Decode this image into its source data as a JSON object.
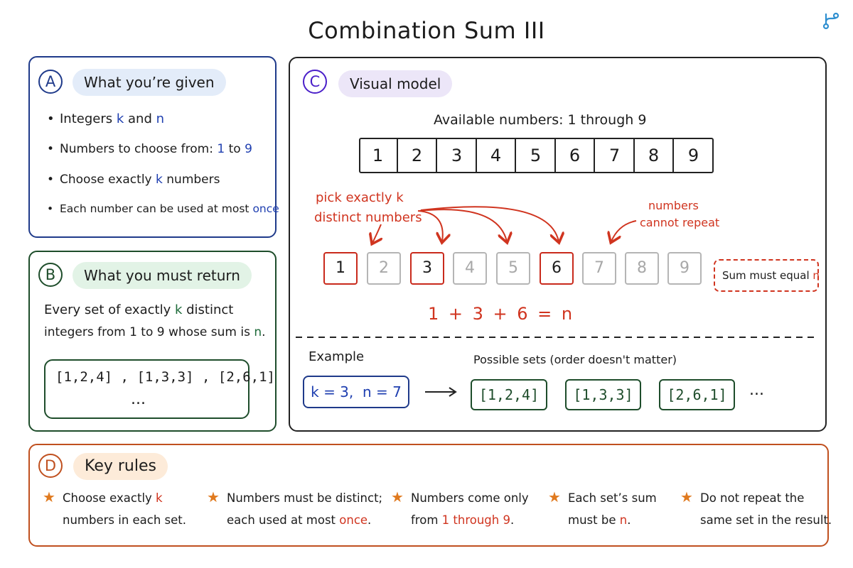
{
  "title": "Combination Sum III",
  "logo_icon": "branch-icon",
  "colors": {
    "blue": "#1f3a8a",
    "green": "#1e4d2b",
    "red": "#d0341f",
    "orange": "#c0501f",
    "star": "#e07a1f"
  },
  "panel_a": {
    "letter": "A",
    "heading": "What you’re given",
    "b1": {
      "pre": "Integers ",
      "k": "k",
      "mid": " and ",
      "n": "n"
    },
    "b2": {
      "pre": "Numbers to choose from: ",
      "from": "1",
      "mid": " to ",
      "to": "9"
    },
    "b3": {
      "pre": "Choose exactly ",
      "k": "k",
      "post": " numbers"
    },
    "b4": {
      "pre": "Each number can be used at most ",
      "once": "once"
    }
  },
  "panel_b": {
    "letter": "B",
    "heading": "What you must return",
    "line1": {
      "pre": "Every set of exactly ",
      "k": "k",
      "post": " distinct"
    },
    "line2": {
      "pre": "integers from 1 to 9 whose sum is ",
      "n": "n",
      "post": "."
    },
    "sets": [
      "[1,2,4]",
      "[1,3,3]",
      "[2,6,1]"
    ],
    "sep": ",",
    "ellipsis": "..."
  },
  "panel_c": {
    "letter": "C",
    "heading": "Visual model",
    "available_label": "Available numbers: 1 through 9",
    "numbers": [
      "1",
      "2",
      "3",
      "4",
      "5",
      "6",
      "7",
      "8",
      "9"
    ],
    "annotation_pick": {
      "l1_pre": "pick exactly ",
      "l1_k": "k",
      "l2": "distinct numbers"
    },
    "annotation_repeat": {
      "l1": "numbers",
      "l2": "cannot repeat"
    },
    "selected": [
      "1",
      "3",
      "6"
    ],
    "sum_rule": {
      "pre": "Sum must equal ",
      "n": "n"
    },
    "equation": "1 + 3 + 6 = n",
    "example_label": "Example",
    "example_value": "k = 3,  n = 7",
    "possible_label": "Possible sets (order doesn't matter)",
    "example_sets": [
      "[1,2,4]",
      "[1,3,3]",
      "[2,6,1]"
    ],
    "ellipsis": "..."
  },
  "panel_d": {
    "letter": "D",
    "heading": "Key rules",
    "rules": [
      {
        "l1a": "Choose exactly ",
        "l1b": "k",
        "l1c": "",
        "l2a": "numbers in each set.",
        "l2b": "",
        "l2c": ""
      },
      {
        "l1a": "Numbers must be distinct;",
        "l1b": "",
        "l1c": "",
        "l2a": "each used at most ",
        "l2b": "once",
        "l2c": "."
      },
      {
        "l1a": "Numbers come only",
        "l1b": "",
        "l1c": "",
        "l2a": "from ",
        "l2b": "1 through 9",
        "l2c": "."
      },
      {
        "l1a": "Each set’s sum",
        "l1b": "",
        "l1c": "",
        "l2a": "must be ",
        "l2b": "n",
        "l2c": "."
      },
      {
        "l1a": "Do not repeat the",
        "l1b": "",
        "l1c": "",
        "l2a": "same set in the result.",
        "l2b": "",
        "l2c": ""
      }
    ]
  }
}
